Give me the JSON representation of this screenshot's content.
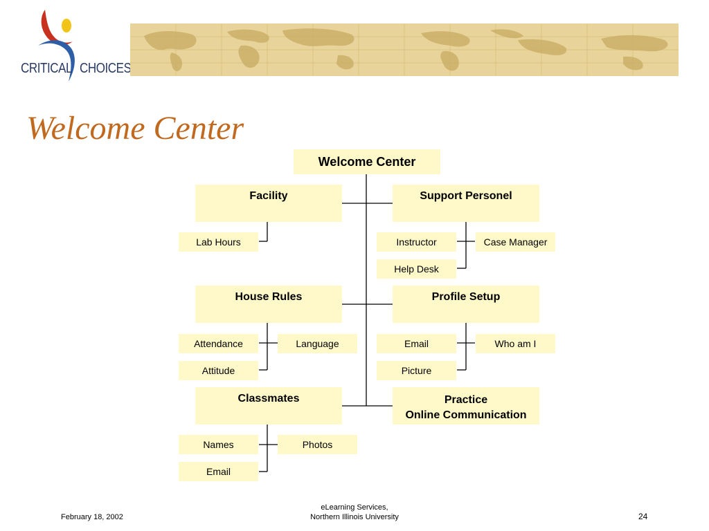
{
  "logo": {
    "left_text": "CRITICAL",
    "right_text": "CHOICES",
    "colors": {
      "red": "#c8311d",
      "blue": "#2e5fa6",
      "yellow": "#f0c419",
      "text": "#2a3b66"
    }
  },
  "banner": {
    "icon": "world-map",
    "color": "#e8d49a"
  },
  "title": "Welcome Center",
  "diagram": {
    "root": "Welcome Center",
    "sections": {
      "facility": {
        "label": "Facility",
        "items": [
          "Lab Hours"
        ]
      },
      "support": {
        "label": "Support Personel",
        "items": [
          "Instructor",
          "Case Manager",
          "Help Desk"
        ]
      },
      "house_rules": {
        "label": "House Rules",
        "items": [
          "Attendance",
          "Language",
          "Attitude"
        ]
      },
      "profile": {
        "label": "Profile Setup",
        "items": [
          "Email",
          "Who am I",
          "Picture"
        ]
      },
      "classmates": {
        "label": "Classmates",
        "items": [
          "Names",
          "Photos",
          "Email"
        ]
      },
      "practice": {
        "label_line1": "Practice",
        "label_line2": "Online Communication"
      }
    },
    "box_color": "#fff8c8"
  },
  "footer": {
    "date": "February 18, 2002",
    "org_line1": "eLearning Services,",
    "org_line2": "Northern Illinois University",
    "page_number": "24"
  }
}
